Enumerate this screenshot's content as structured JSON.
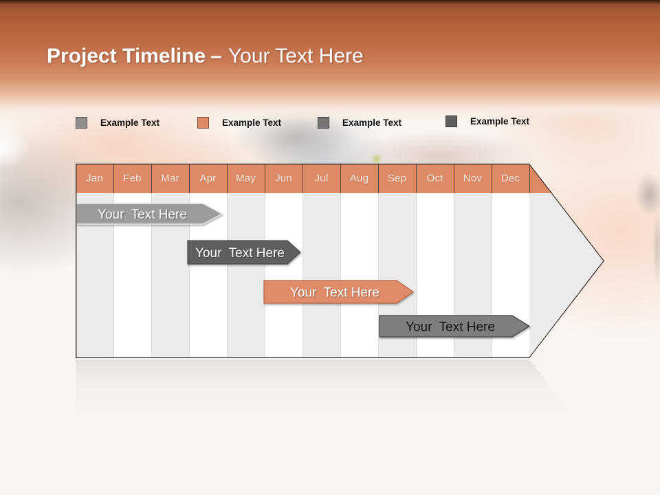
{
  "slide": {
    "title": {
      "primary": "Project Timeline",
      "separator": "–",
      "secondary": "Your Text Here"
    },
    "legend": [
      {
        "label": "Example Text",
        "color": "#8e8e8e"
      },
      {
        "label": "Example Text",
        "color": "#df8a67"
      },
      {
        "label": "Example Text",
        "color": "#757575"
      },
      {
        "label": "Example Text",
        "color": "#5f5f5f"
      }
    ],
    "accent_color": "#c1663f"
  },
  "chart_data": {
    "type": "timeline",
    "title": "Project Timeline",
    "categories": [
      "Jan",
      "Feb",
      "Mar",
      "Apr",
      "May",
      "Jun",
      "Jul",
      "Aug",
      "Sep",
      "Oct",
      "Nov",
      "Dec"
    ],
    "header_color": "#dd8a67",
    "grid": "alternating column stripes",
    "series": [
      {
        "label": "Your  Text Here",
        "start_month": "Jan",
        "end_month": "Mar",
        "color": "#9c9c9c",
        "text_color": "#ffffff"
      },
      {
        "label": "Your  Text Here",
        "start_month": "Apr",
        "end_month": "Jun",
        "color": "#5e5e5e",
        "text_color": "#ffffff"
      },
      {
        "label": "Your  Text Here",
        "start_month": "Jun",
        "end_month": "Sep",
        "color": "#e08c6a",
        "text_color": "#ffffff"
      },
      {
        "label": "Your  Text Here",
        "start_month": "Sep",
        "end_month": "Dec",
        "color": "#7e7e7e",
        "text_color": "#141414"
      }
    ]
  }
}
